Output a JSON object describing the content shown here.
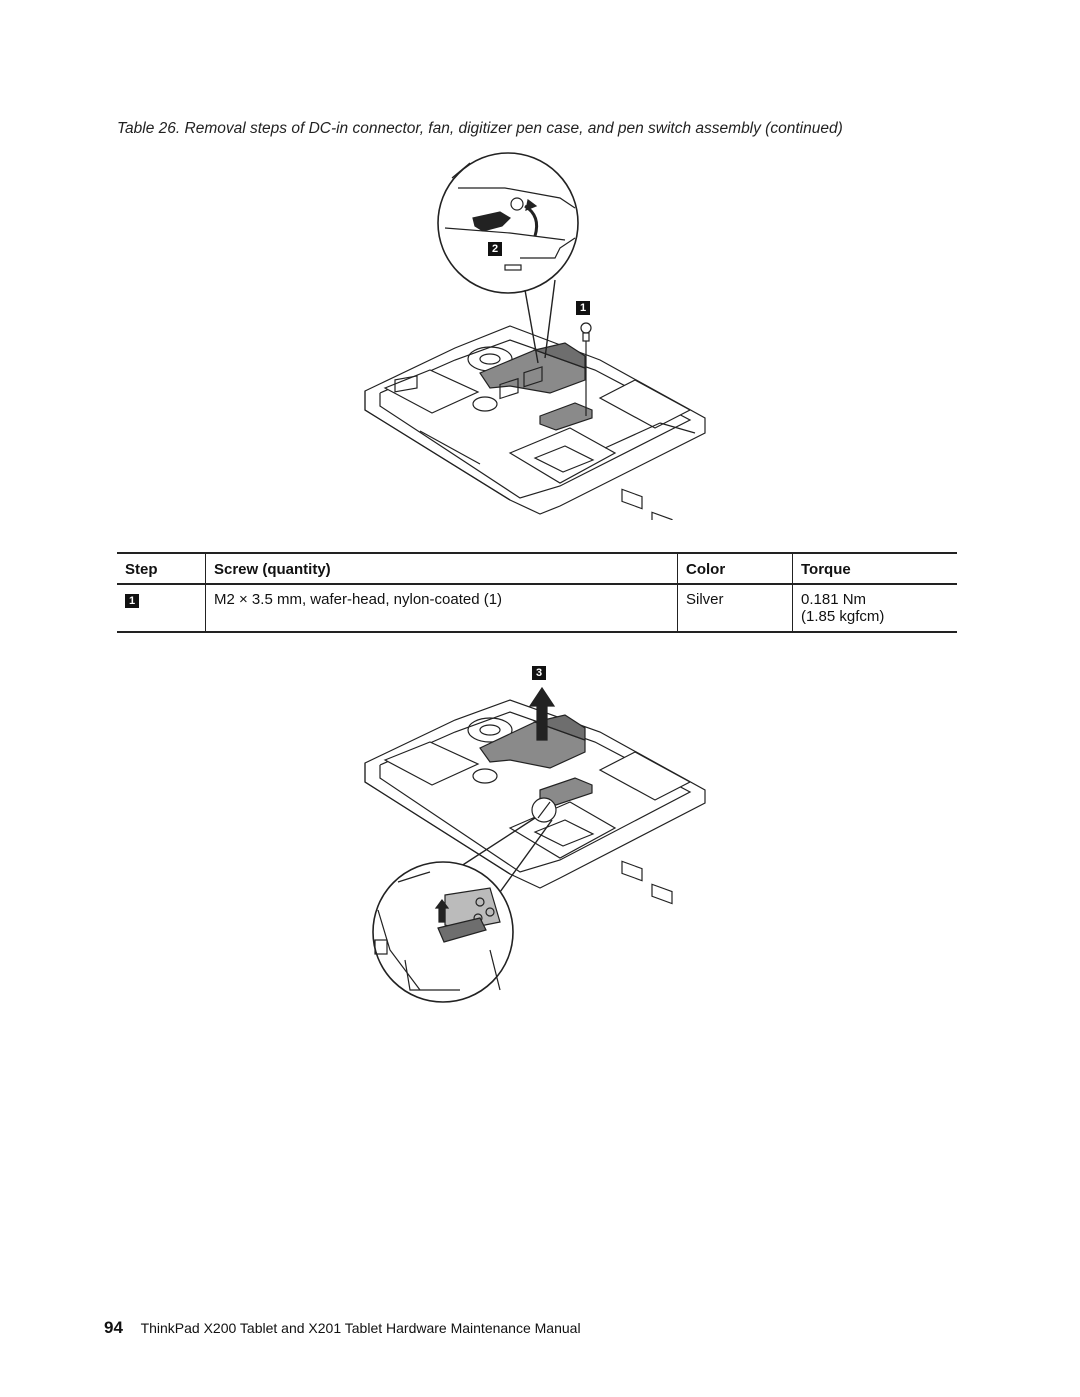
{
  "caption": "Table 26. Removal steps of DC-in connector, fan, digitizer pen case, and pen switch assembly (continued)",
  "figure1": {
    "callouts": [
      "2",
      "1"
    ]
  },
  "table": {
    "headers": {
      "step": "Step",
      "screw": "Screw (quantity)",
      "color": "Color",
      "torque": "Torque"
    },
    "rows": [
      {
        "step": "1",
        "screw": "M2 × 3.5 mm, wafer-head, nylon-coated (1)",
        "color": "Silver",
        "torque_line1": "0.181 Nm",
        "torque_line2": "(1.85 kgfcm)"
      }
    ]
  },
  "figure2": {
    "callouts": [
      "3"
    ]
  },
  "footer": {
    "page_number": "94",
    "title": "ThinkPad X200 Tablet and X201 Tablet Hardware Maintenance Manual"
  }
}
